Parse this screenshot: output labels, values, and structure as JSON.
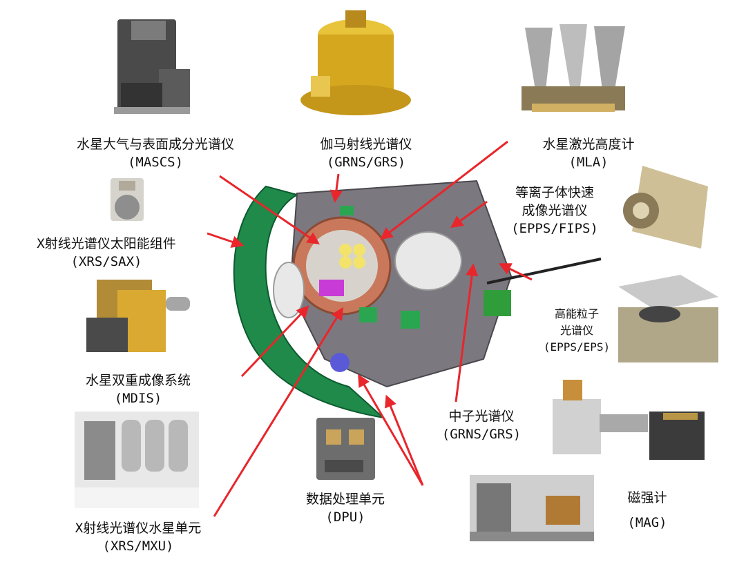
{
  "labels": {
    "mascs": {
      "zh": "水星大气与表面成分光谱仪",
      "abbr": "(MASCS)"
    },
    "grs_top": {
      "zh": "伽马射线光谱仪",
      "abbr": "(GRNS/GRS)"
    },
    "mla": {
      "zh": "水星激光高度计",
      "abbr": "(MLA)"
    },
    "xrs_sax": {
      "zh": "X射线光谱仪太阳能组件",
      "abbr": "(XRS/SAX)"
    },
    "epps_fips": {
      "zh1": "等离子体快速",
      "zh2": "成像光谱仪",
      "abbr": "(EPPS/FIPS)"
    },
    "epps_eps": {
      "zh1": "高能粒子",
      "zh2": "光谱仪",
      "abbr": "(EPPS/EPS)"
    },
    "mdis": {
      "zh": "水星双重成像系统",
      "abbr": "(MDIS)"
    },
    "grns_gr": {
      "zh": "中子光谱仪",
      "abbr": "(GRNS/GRS)"
    },
    "dpu": {
      "zh": "数据处理单元",
      "abbr": "(DPU)"
    },
    "mag": {
      "zh": "磁强计",
      "abbr": "(MAG)"
    },
    "xrs_mxu": {
      "zh": "X射线光谱仪水星单元",
      "abbr": "(XRS/MXU)"
    }
  },
  "colors": {
    "arrow": "#e8262b",
    "spacecraft_green": "#1f8a4a",
    "gold": "#d8a52a",
    "deck_gray": "#7c7880",
    "copper": "#c9785b"
  }
}
